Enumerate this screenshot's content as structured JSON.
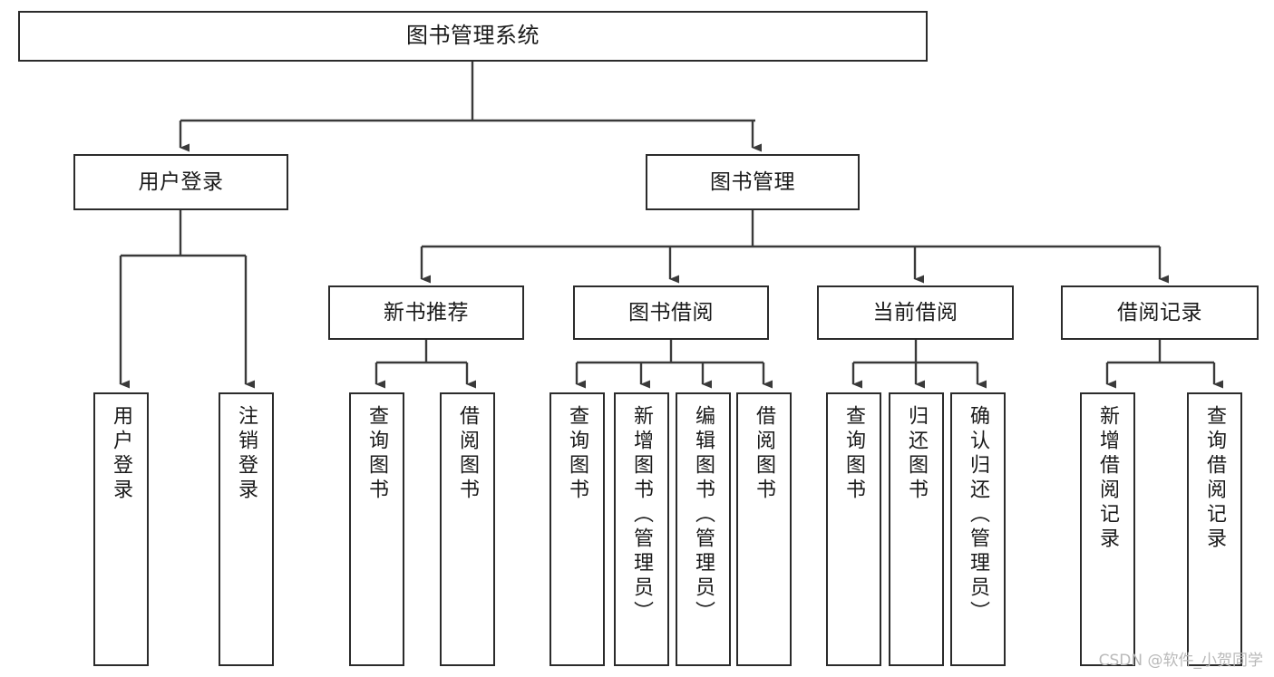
{
  "diagram": {
    "type": "tree-hierarchy",
    "title": "图书管理系统",
    "watermark": "CSDN @软件_小贺同学",
    "colors": {
      "box_border": "#2b2b2b",
      "box_fill": "#ffffff",
      "connector": "#3a3a3a",
      "text": "#1a1a1a",
      "watermark": "#b9b9b9",
      "canvas": "#ffffff"
    },
    "nodes": {
      "root": {
        "label": "图书管理系统"
      },
      "level2": [
        {
          "id": "user-login",
          "label": "用户登录"
        },
        {
          "id": "book-management",
          "label": "图书管理"
        }
      ],
      "level3": [
        {
          "id": "new-book-recommend",
          "label": "新书推荐"
        },
        {
          "id": "book-borrow",
          "label": "图书借阅"
        },
        {
          "id": "current-borrow",
          "label": "当前借阅"
        },
        {
          "id": "borrow-record",
          "label": "借阅记录"
        }
      ],
      "leaves": {
        "user-login": [
          {
            "id": "leaf-user-login",
            "label": "用户登录"
          },
          {
            "id": "leaf-user-logout",
            "label": "注销登录"
          }
        ],
        "new-book-recommend": [
          {
            "id": "leaf-query-book-1",
            "label": "查询图书"
          },
          {
            "id": "leaf-borrow-book-1",
            "label": "借阅图书"
          }
        ],
        "book-borrow": [
          {
            "id": "leaf-query-book-2",
            "label": "查询图书"
          },
          {
            "id": "leaf-add-book",
            "label": "新增图书（管理员）"
          },
          {
            "id": "leaf-edit-book",
            "label": "编辑图书（管理员）"
          },
          {
            "id": "leaf-borrow-book-2",
            "label": "借阅图书"
          }
        ],
        "current-borrow": [
          {
            "id": "leaf-query-book-3",
            "label": "查询图书"
          },
          {
            "id": "leaf-return-book",
            "label": "归还图书"
          },
          {
            "id": "leaf-confirm-return",
            "label": "确认归还（管理员）"
          }
        ],
        "borrow-record": [
          {
            "id": "leaf-add-record",
            "label": "新增借阅记录"
          },
          {
            "id": "leaf-query-record",
            "label": "查询借阅记录"
          }
        ]
      }
    }
  }
}
